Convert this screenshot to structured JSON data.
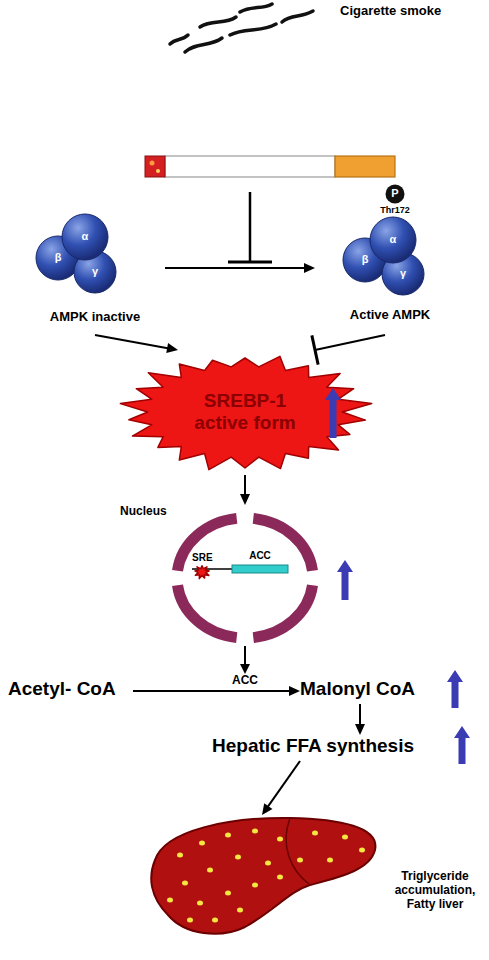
{
  "diagram": {
    "nodes": [
      {
        "text": [
          "Cigarette smoke"
        ]
      },
      {
        "text": [
          "β",
          "α",
          "γ",
          "AMPK inactive"
        ]
      },
      {
        "text": [
          "P",
          "Thr172",
          "β",
          "α",
          "γ",
          "Active AMPK"
        ]
      },
      {
        "text": [
          "SREBP-1 active form"
        ]
      },
      {
        "text": [
          "Nucleus",
          "SRE",
          "ACC"
        ]
      },
      {
        "text": [
          "Acetyl- CoA"
        ]
      },
      {
        "text": [
          "Malonyl CoA"
        ]
      },
      {
        "text": [
          "Hepatic FFA synthesis"
        ]
      },
      {
        "text": [
          "Triglyceride accumulation, Fatty liver"
        ]
      }
    ],
    "edges": [
      {
        "from": 1,
        "to": 2,
        "arrow": "to"
      },
      {
        "from": 1,
        "to": 3,
        "arrow": "to"
      },
      {
        "from": 2,
        "to": 3,
        "arrow": "to"
      },
      {
        "from": 3,
        "to": 4,
        "arrow": "to"
      },
      {
        "from": 5,
        "to": 6,
        "label": "ACC",
        "arrow": "to"
      },
      {
        "from": 6,
        "to": 7,
        "arrow": "to"
      },
      {
        "from": 7,
        "to": 8,
        "arrow": "to"
      }
    ]
  }
}
